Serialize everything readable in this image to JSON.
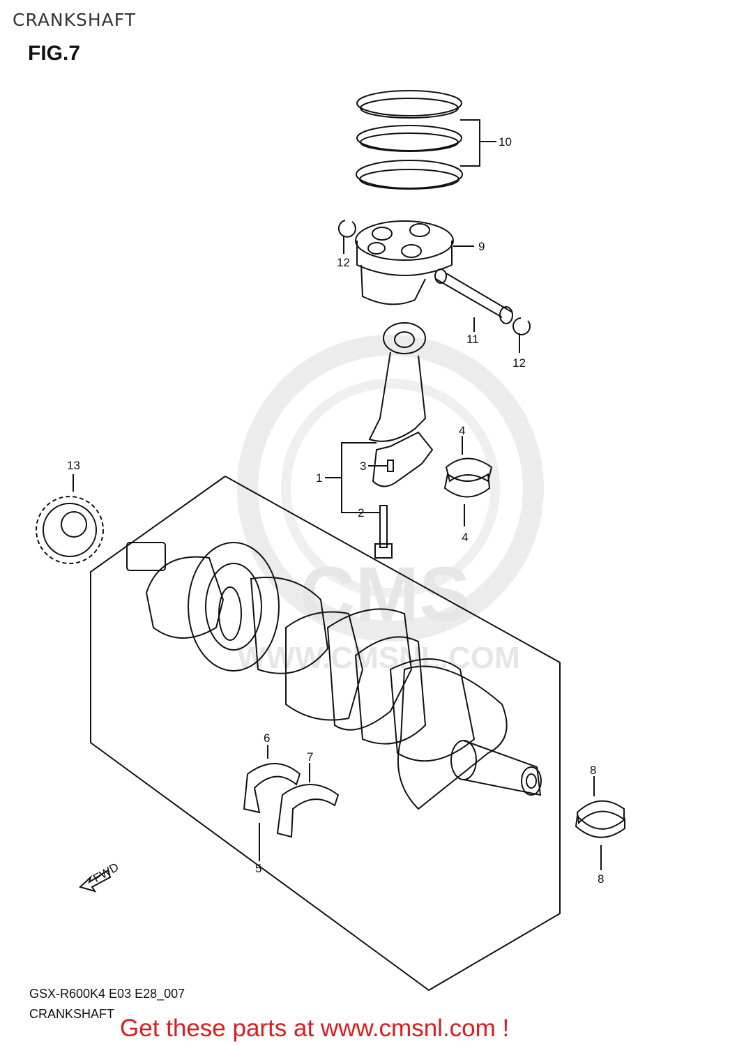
{
  "header": {
    "title": "CRANKSHAFT",
    "figure": "FIG.7"
  },
  "callouts": {
    "c1": "1",
    "c2": "2",
    "c3": "3",
    "c4a": "4",
    "c4b": "4",
    "c5": "5",
    "c6": "6",
    "c7": "7",
    "c8a": "8",
    "c8b": "8",
    "c9": "9",
    "c10": "10",
    "c11": "11",
    "c12a": "12",
    "c12b": "12",
    "c13": "13"
  },
  "watermark": {
    "brand": "CMS",
    "url": "WWW.CMSNL.COM"
  },
  "fwd_label": "FWD",
  "footer": {
    "model_code": "GSX-R600K4 E03 E28_007",
    "section_name": "CRANKSHAFT",
    "promo": "Get these parts at www.cmsnl.com !"
  },
  "colors": {
    "promo": "#e0191b",
    "line": "#111111",
    "watermark": "#e6e6e6"
  }
}
